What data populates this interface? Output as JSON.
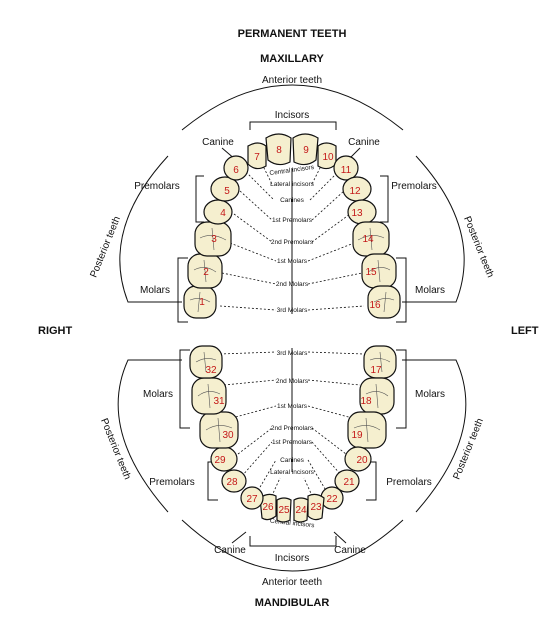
{
  "title": "PERMANENT TEETH",
  "upper_label": "MAXILLARY",
  "lower_label": "MANDIBULAR",
  "right_label": "RIGHT",
  "left_label": "LEFT",
  "groups": {
    "anterior": "Anterior teeth",
    "posterior": "Posterior teeth",
    "incisors": "Incisors",
    "canine": "Canine",
    "premolars": "Premolars",
    "molars": "Molars"
  },
  "center_labels": {
    "central": "Central incisors",
    "lateral": "Lateral incisors",
    "canines": "Canines",
    "first_premolars": "1st Premolars",
    "second_premolars": "2nd Premolars",
    "first_molars": "1st Molars",
    "second_molars": "2nd Molars",
    "third_molars": "3rd Molars"
  },
  "upper_teeth": [
    "1",
    "2",
    "3",
    "4",
    "5",
    "6",
    "7",
    "8",
    "9",
    "10",
    "11",
    "12",
    "13",
    "14",
    "15",
    "16"
  ],
  "lower_teeth": [
    "17",
    "18",
    "19",
    "20",
    "21",
    "22",
    "23",
    "24",
    "25",
    "26",
    "27",
    "28",
    "29",
    "30",
    "31",
    "32"
  ],
  "colors": {
    "tooth_fill": "#f5efcf",
    "number": "#c41818",
    "ink": "#111111"
  }
}
